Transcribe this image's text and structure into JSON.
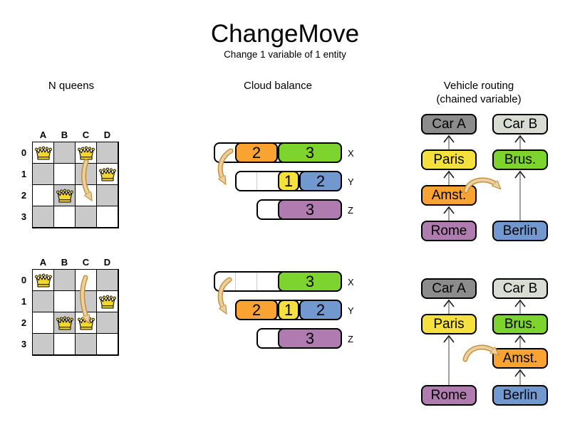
{
  "title": "ChangeMove",
  "subtitle": "Change 1 variable of 1 entity",
  "sections": {
    "nqueens": {
      "header": "N queens"
    },
    "cloud": {
      "header": "Cloud balance"
    },
    "vehicle": {
      "header": "Vehicle routing",
      "subheader": "(chained variable)"
    }
  },
  "palette": {
    "orange": "#f9a332",
    "green": "#7ed42f",
    "yellow": "#f5e13d",
    "blue": "#7299cf",
    "purple": "#b07cb0",
    "car_gray": "#8c8c8c",
    "car_light": "#d9dcd3",
    "board_gray": "#c9c9c9",
    "arrow_tan_fill": "#ecd0a0",
    "arrow_tan_stroke": "#c3913c",
    "chain_line_gray": "#808080"
  },
  "nqueens": {
    "col_labels": [
      "A",
      "B",
      "C",
      "D"
    ],
    "row_labels": [
      "0",
      "1",
      "2",
      "3"
    ],
    "before": {
      "queens": [
        {
          "row": 0,
          "col": 0
        },
        {
          "row": 0,
          "col": 2
        },
        {
          "row": 1,
          "col": 3
        },
        {
          "row": 2,
          "col": 1
        }
      ]
    },
    "after": {
      "queens": [
        {
          "row": 0,
          "col": 0
        },
        {
          "row": 1,
          "col": 3
        },
        {
          "row": 2,
          "col": 1
        },
        {
          "row": 2,
          "col": 2
        }
      ]
    }
  },
  "cloud": {
    "before": [
      {
        "label": "X",
        "capacity": 6,
        "blocks": [
          {
            "size": 2,
            "color": "orange"
          },
          {
            "size": 3,
            "color": "green"
          }
        ]
      },
      {
        "label": "Y",
        "capacity": 5,
        "blocks": [
          {
            "size": 1,
            "color": "yellow"
          },
          {
            "size": 2,
            "color": "blue"
          }
        ]
      },
      {
        "label": "Z",
        "capacity": 4,
        "blocks": [
          {
            "size": 3,
            "color": "purple"
          }
        ]
      }
    ],
    "after": [
      {
        "label": "X",
        "capacity": 6,
        "blocks": [
          {
            "size": 3,
            "color": "green"
          }
        ]
      },
      {
        "label": "Y",
        "capacity": 5,
        "blocks": [
          {
            "size": 2,
            "color": "orange"
          },
          {
            "size": 1,
            "color": "yellow"
          },
          {
            "size": 2,
            "color": "blue"
          }
        ]
      },
      {
        "label": "Z",
        "capacity": 4,
        "blocks": [
          {
            "size": 3,
            "color": "purple"
          }
        ]
      }
    ]
  },
  "vehicle": {
    "before": {
      "columns": [
        {
          "boxes": [
            {
              "label": "Car A",
              "color": "car_gray",
              "row": 0
            },
            {
              "label": "Paris",
              "color": "yellow",
              "row": 1
            },
            {
              "label": "Amst.",
              "color": "orange",
              "row": 2
            },
            {
              "label": "Rome",
              "color": "purple",
              "row": 3
            }
          ]
        },
        {
          "boxes": [
            {
              "label": "Car B",
              "color": "car_light",
              "row": 0
            },
            {
              "label": "Brus.",
              "color": "green",
              "row": 1
            },
            {
              "label": "Berlin",
              "color": "blue",
              "row": 3
            }
          ]
        }
      ]
    },
    "after": {
      "columns": [
        {
          "boxes": [
            {
              "label": "Car A",
              "color": "car_gray",
              "row": 0
            },
            {
              "label": "Paris",
              "color": "yellow",
              "row": 1
            },
            {
              "label": "Rome",
              "color": "purple",
              "row": 3
            }
          ]
        },
        {
          "boxes": [
            {
              "label": "Car B",
              "color": "car_light",
              "row": 0
            },
            {
              "label": "Brus.",
              "color": "green",
              "row": 1
            },
            {
              "label": "Amst.",
              "color": "orange",
              "row": 2
            },
            {
              "label": "Berlin",
              "color": "blue",
              "row": 3
            }
          ]
        }
      ]
    }
  }
}
